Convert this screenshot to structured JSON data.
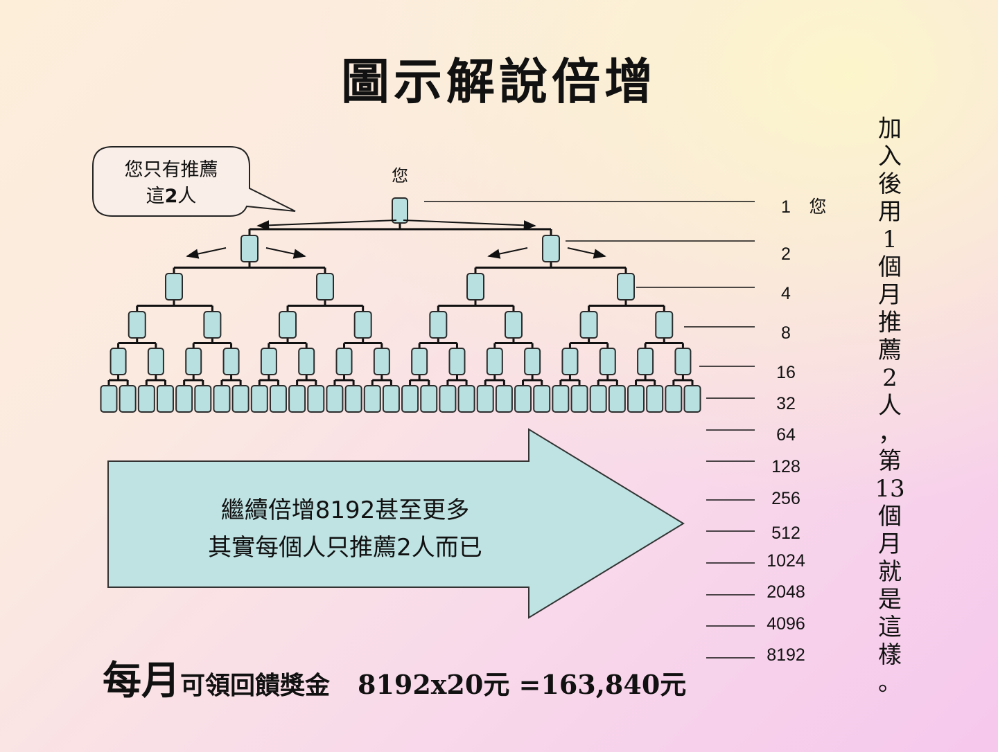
{
  "title": "圖示解說倍增",
  "bubble": {
    "line1": "您只有推薦",
    "line2_pre": "這",
    "line2_num": "2",
    "line2_post": "人"
  },
  "root_label": "您",
  "levels": [
    {
      "count": "1",
      "label": "您"
    },
    {
      "count": "2"
    },
    {
      "count": "4"
    },
    {
      "count": "8"
    },
    {
      "count": "16"
    },
    {
      "count": "32"
    },
    {
      "count": "64"
    },
    {
      "count": "128"
    },
    {
      "count": "256"
    },
    {
      "count": "512"
    },
    {
      "count": "1024"
    },
    {
      "count": "2048"
    },
    {
      "count": "4096"
    },
    {
      "count": "8192"
    }
  ],
  "arrow": {
    "line1": "繼續倍增8192甚至更多",
    "line2": "其實每個人只推薦2人而已"
  },
  "vertical_text": [
    "加",
    "入",
    "後",
    "用",
    "1",
    "個",
    "月",
    "推",
    "薦",
    "2",
    "人",
    "，",
    "第",
    "13",
    "個",
    "月",
    "就",
    "是",
    "這",
    "樣",
    "。"
  ],
  "footer": {
    "prefix": "每月",
    "middle": "可領回饋獎金",
    "calc": "8192x20元 =163,840元"
  },
  "colors": {
    "node_fill": "#b9e0e0",
    "node_stroke": "#2b2b2b",
    "arrow_fill": "#bfe3e3",
    "line": "#111111"
  }
}
